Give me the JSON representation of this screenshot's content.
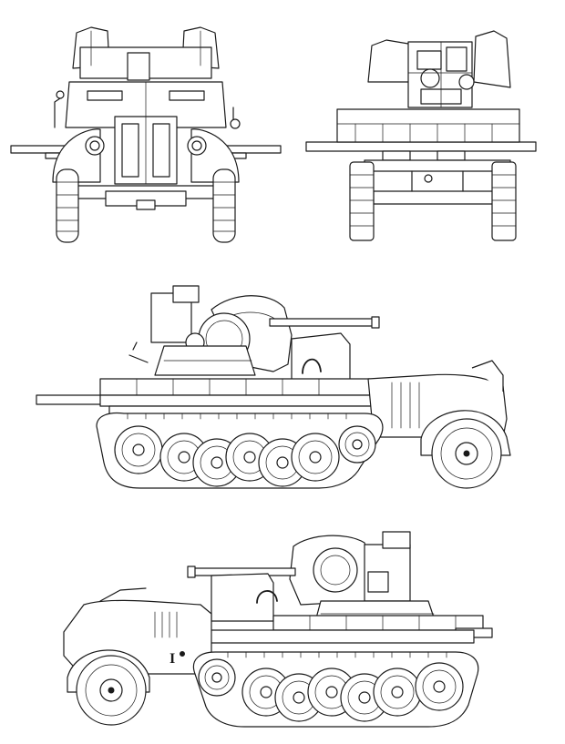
{
  "drawing": {
    "subject": "",
    "views": [
      {
        "id": "front",
        "label": ""
      },
      {
        "id": "rear",
        "label": ""
      },
      {
        "id": "right-side",
        "label": ""
      },
      {
        "id": "left-side",
        "label": ""
      }
    ],
    "hull_marking": "I",
    "line_color": "#1a1a1a",
    "background_color": "#ffffff"
  }
}
